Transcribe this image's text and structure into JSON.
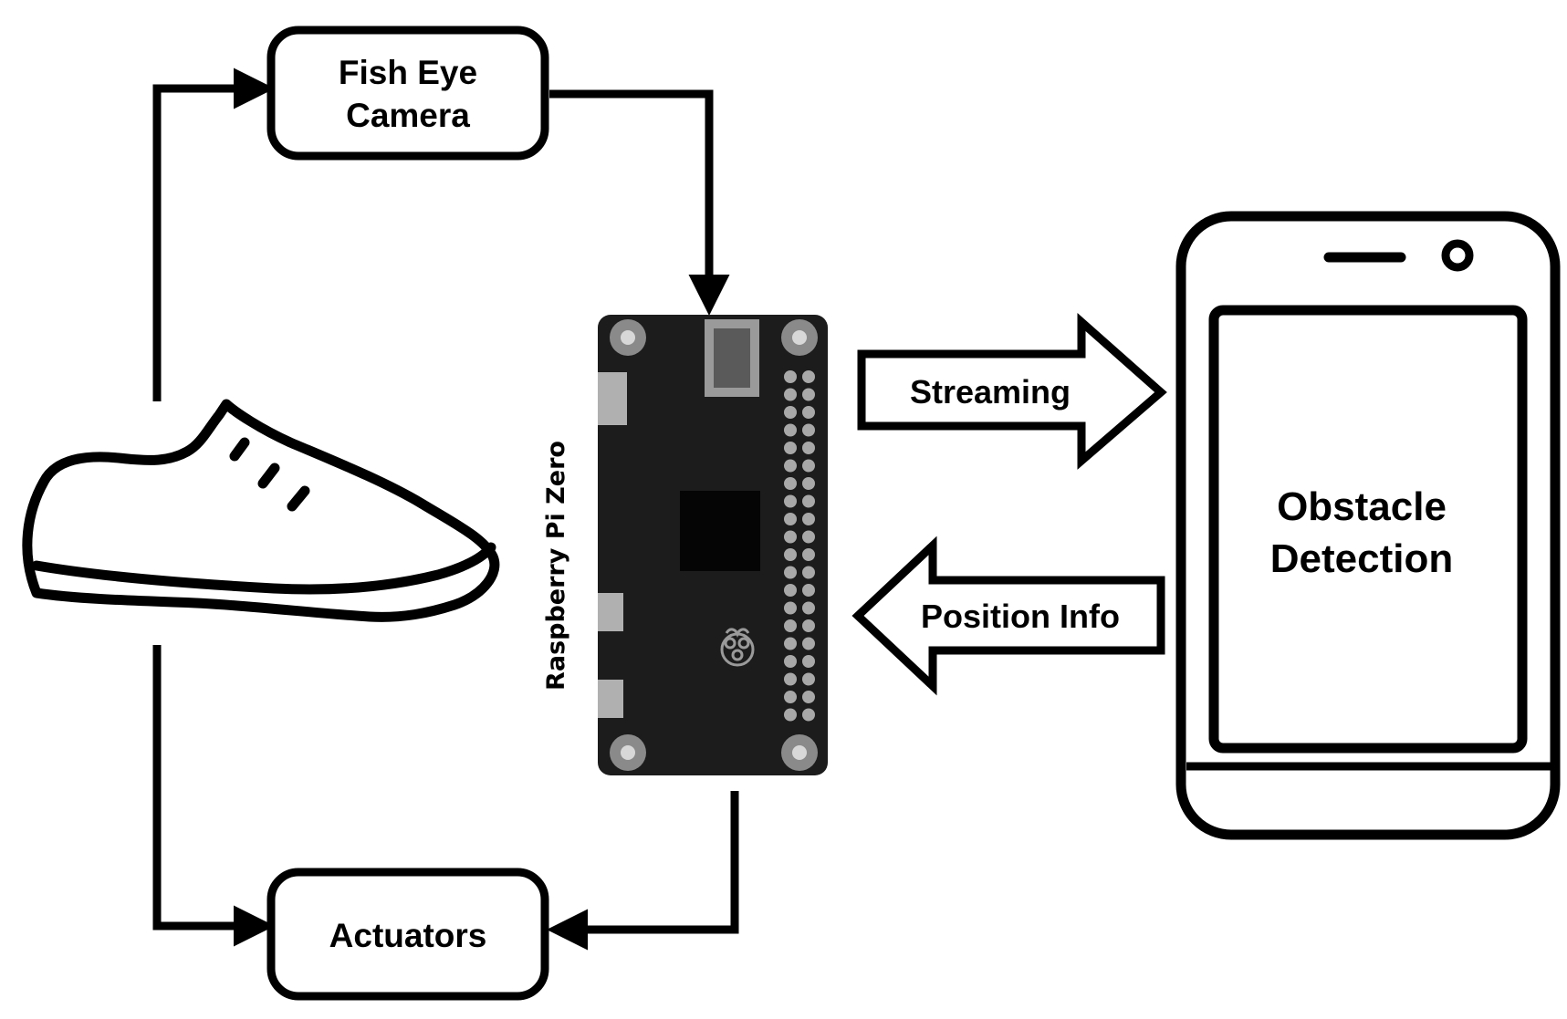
{
  "nodes": {
    "camera": {
      "line1": "Fish Eye",
      "line2": "Camera"
    },
    "actuators": {
      "label": "Actuators"
    },
    "board": {
      "label": "Raspberry Pi Zero"
    },
    "phone": {
      "line1": "Obstacle",
      "line2": "Detection"
    }
  },
  "arrows": {
    "streaming": {
      "label": "Streaming"
    },
    "position": {
      "label": "Position Info"
    }
  },
  "icons": {
    "shoe": "shoe-icon",
    "board": "raspberry-pi-zero-board",
    "phone": "smartphone-icon"
  },
  "colors": {
    "stroke": "#000000",
    "board": "#1c1c1c",
    "background": "#ffffff"
  }
}
